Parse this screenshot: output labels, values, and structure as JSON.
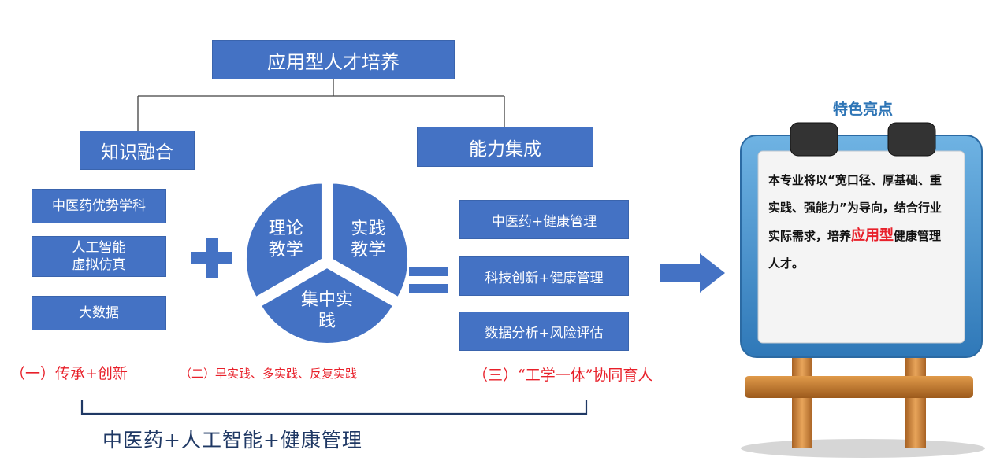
{
  "title": "应用型人才培养",
  "branches": {
    "left": "知识融合",
    "right": "能力集成"
  },
  "knowledge_items": [
    "中医药优势学科",
    "人工智能\n虚拟仿真",
    "大数据"
  ],
  "pie": {
    "segments": [
      {
        "label": "理论\n教学",
        "value": 1
      },
      {
        "label": "实践\n教学",
        "value": 1
      },
      {
        "label": "集中实\n践",
        "value": 1
      }
    ],
    "color": "#4472c4"
  },
  "plus_symbol": "+",
  "equals_symbol": "=",
  "ability_items": [
    "中医药+健康管理",
    "科技创新+健康管理",
    "数据分析+风险评估"
  ],
  "sections": [
    "（一）传承+创新",
    "（二）早实践、多实践、反复实践",
    "（三）“工学一体”协同育人"
  ],
  "footer": "中医药+人工智能+健康管理",
  "board": {
    "title": "特色亮点",
    "text_before": "本专业将以“宽口径、厚基础、重实践、强能力”为导向，结合行业实际需求，培养",
    "highlight": "应用型",
    "text_after": "健康管理人才。"
  },
  "colors": {
    "box": "#4472c4",
    "accent_red": "#e8202a",
    "board_frame": "#5b9bd5",
    "easel_wood": "#c27a2c"
  }
}
